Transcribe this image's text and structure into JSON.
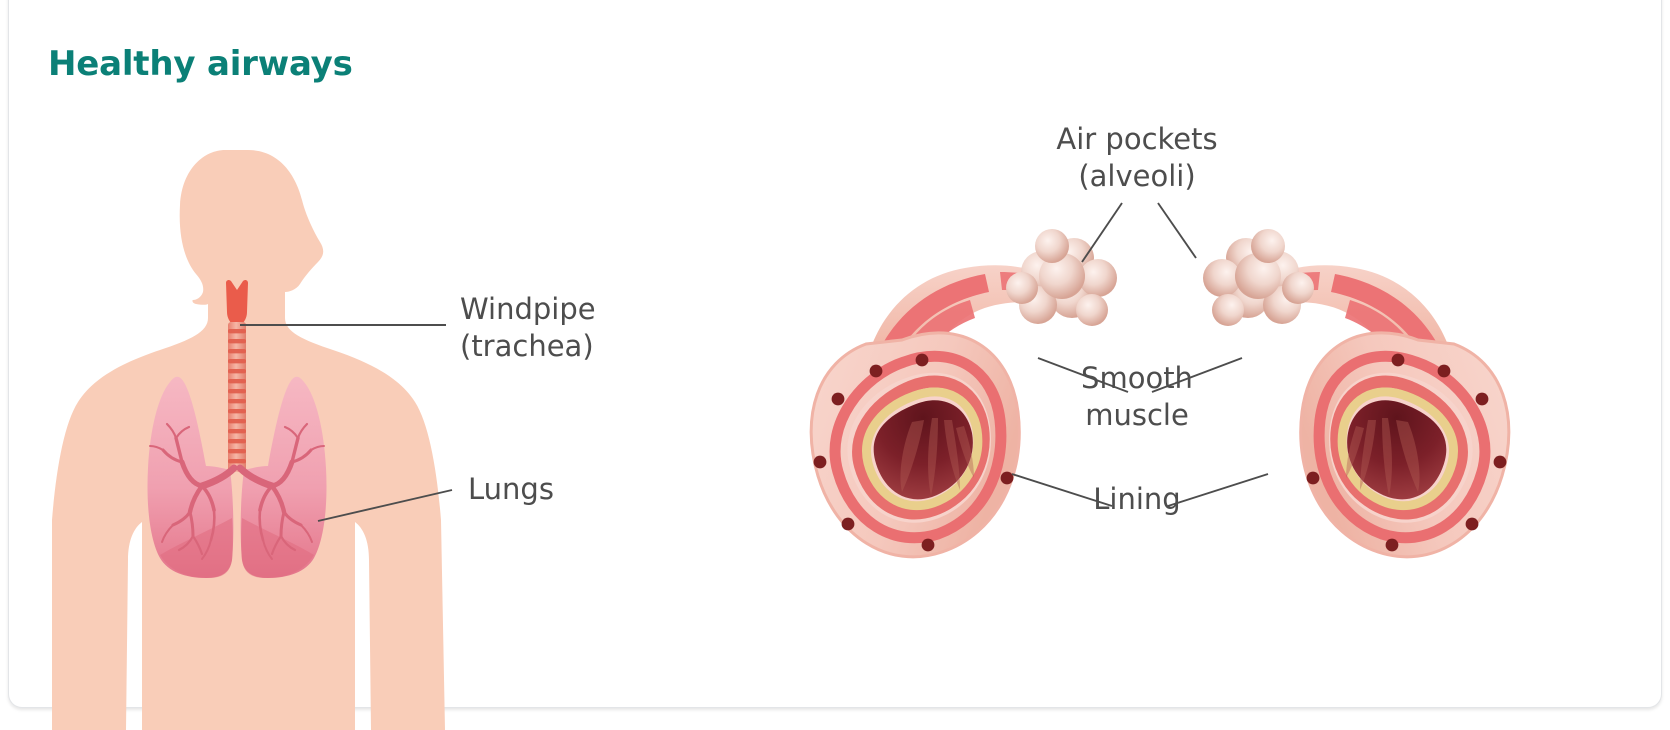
{
  "figure": {
    "title": "Healthy airways",
    "title_color": "#0b8077",
    "background": "#ffffff",
    "label_color": "#4d4d4d",
    "leader_line_color": "#4d4d4d"
  },
  "labels": {
    "windpipe": "Windpipe\n(trachea)",
    "lungs": "Lungs",
    "alveoli": "Air pockets\n(alveoli)",
    "smooth_muscle": "Smooth\nmuscle",
    "lining": "Lining"
  },
  "left_panel": {
    "name": "human-torso-respiratory-diagram",
    "parts": [
      "head-profile",
      "neck",
      "shoulders",
      "torso",
      "arms",
      "larynx",
      "trachea",
      "left-lung",
      "right-lung",
      "bronchial-tree"
    ],
    "colors": {
      "skin": "#f9cdb8",
      "larynx": "#ea5c4b",
      "trachea": "#f0a192",
      "trachea_ring": "#e5604f",
      "lung_light": "#f4afbb",
      "lung_mid": "#eb93a3",
      "lung_deep": "#e1697e",
      "bronchi": "#d9667a"
    }
  },
  "right_panel": {
    "name": "bronchiole-cross-section-pair",
    "parts": [
      "airway-tube-left",
      "airway-tube-right",
      "alveoli-cluster-left",
      "alveoli-cluster-right",
      "smooth-muscle-bands",
      "lining-layer",
      "lumen",
      "cartilage-dots"
    ],
    "colors": {
      "outer_wall": "#f6ccc4",
      "wall_shadow": "#efb3a6",
      "muscle_band": "#eb7272",
      "muscle_band_deep": "#e05b60",
      "inner_pink": "#f4c3bd",
      "lining_red": "#e8706e",
      "lining_yellow": "#e9cf8c",
      "lumen_dark": "#6e1a22",
      "lumen_mid": "#97303a",
      "lumen_fold": "#b25a52",
      "dot": "#7d1f20",
      "alveoli_fill": "#eccfc7",
      "alveoli_shade": "#d6a294"
    }
  }
}
